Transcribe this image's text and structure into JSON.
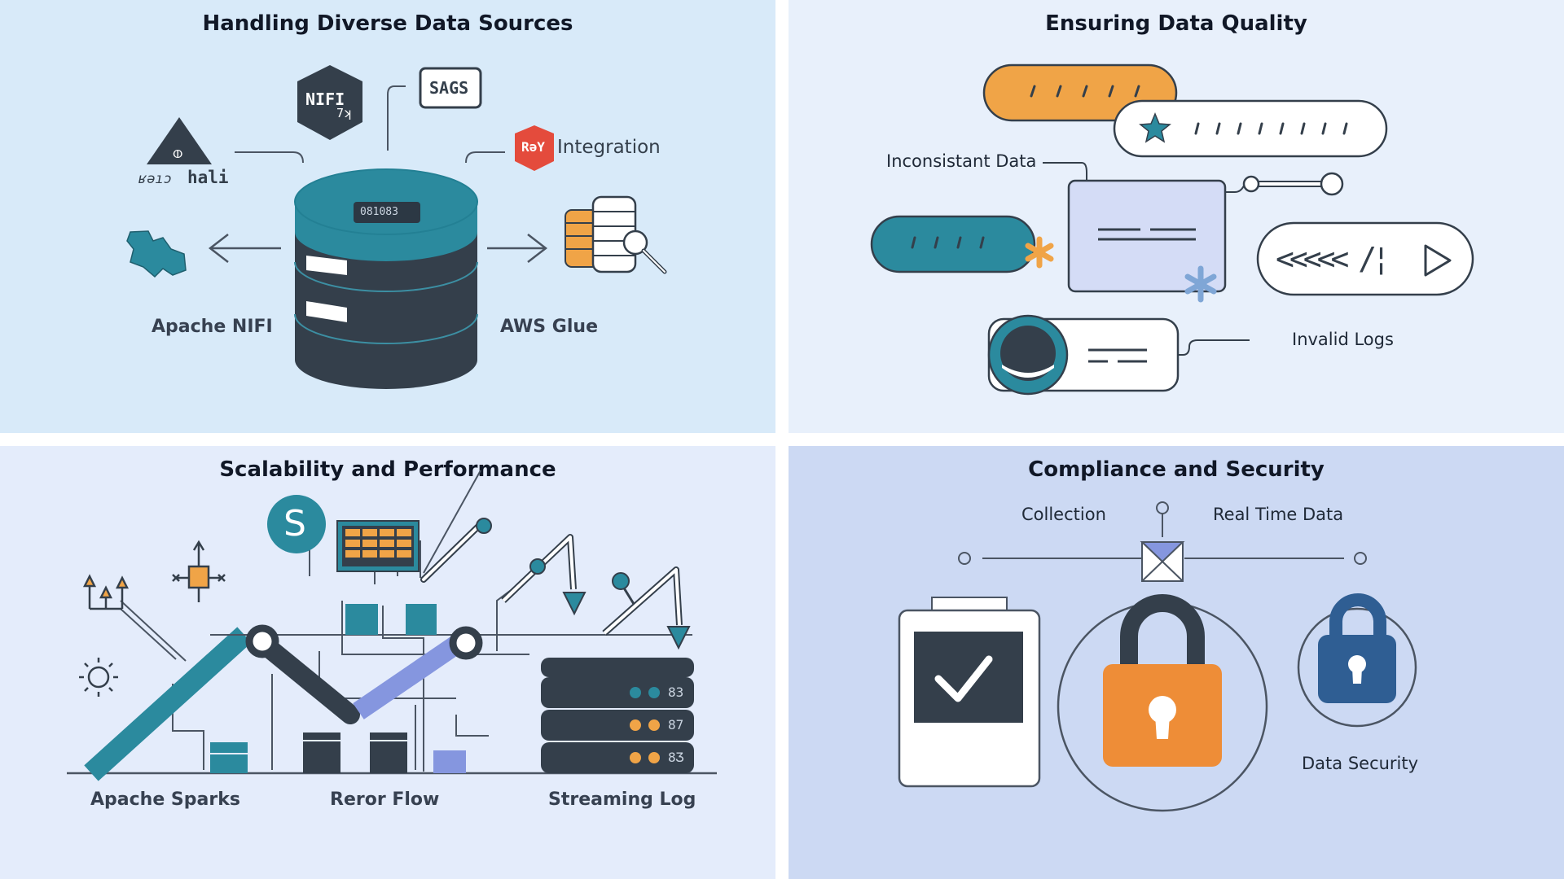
{
  "panels": {
    "sources": {
      "title": "Handling Diverse Data Sources",
      "nifi_badge": "NIFI",
      "nifi_badge_sub": "7ʞ",
      "sags_box": "SAGS",
      "integration_badge": "RəY",
      "integration_label": "Integration",
      "triangle_glyph": "ⵀ",
      "triangle_left": "ʁəıɔ",
      "triangle_right": "hali",
      "db_display": "081083",
      "apache_nifi": "Apache NIFI",
      "aws_glue": "AWS Glue"
    },
    "quality": {
      "title": "Ensuring Data Quality",
      "inconsistent": "Inconsistant Data",
      "invalid_logs": "Invalid Logs",
      "nav_text": "<<<<< /¦"
    },
    "scalability": {
      "title": "Scalability and Performance",
      "s_badge": "S",
      "apache_sparks": "Apache Sparks",
      "reror_flow": "Reror Flow",
      "streaming_log": "Streaming Log",
      "server_labels": [
        "83",
        "87",
        "8Ʒ"
      ]
    },
    "compliance": {
      "title": "Compliance and Security",
      "collection": "Collection",
      "real_time_data": "Real Time Data",
      "data_security": "Data Security"
    }
  },
  "colors": {
    "teal": "#2b8a9e",
    "dark_slate": "#343f4b",
    "orange": "#f0a447",
    "lavender": "#c9d3f5",
    "blue_lock": "#2f5e93",
    "orange_lock": "#ee8d37"
  }
}
